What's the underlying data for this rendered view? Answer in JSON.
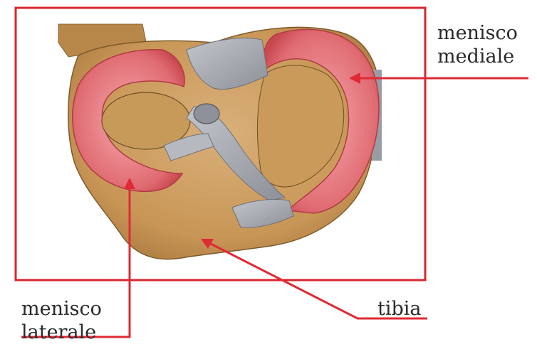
{
  "labels": {
    "medial_line1": "menisco",
    "medial_line2": "mediale",
    "lateral_line1": "menisco",
    "lateral_line2": "laterale",
    "tibia": "tibia"
  },
  "colors": {
    "frame": "#d9252f",
    "pointer": "#e02a34",
    "meniscus": "#e26a70",
    "meniscus_light": "#f2a0a3",
    "bone": "#c99a5e",
    "cartilage": "#b88a4e",
    "ligament": "#a9acb4"
  }
}
